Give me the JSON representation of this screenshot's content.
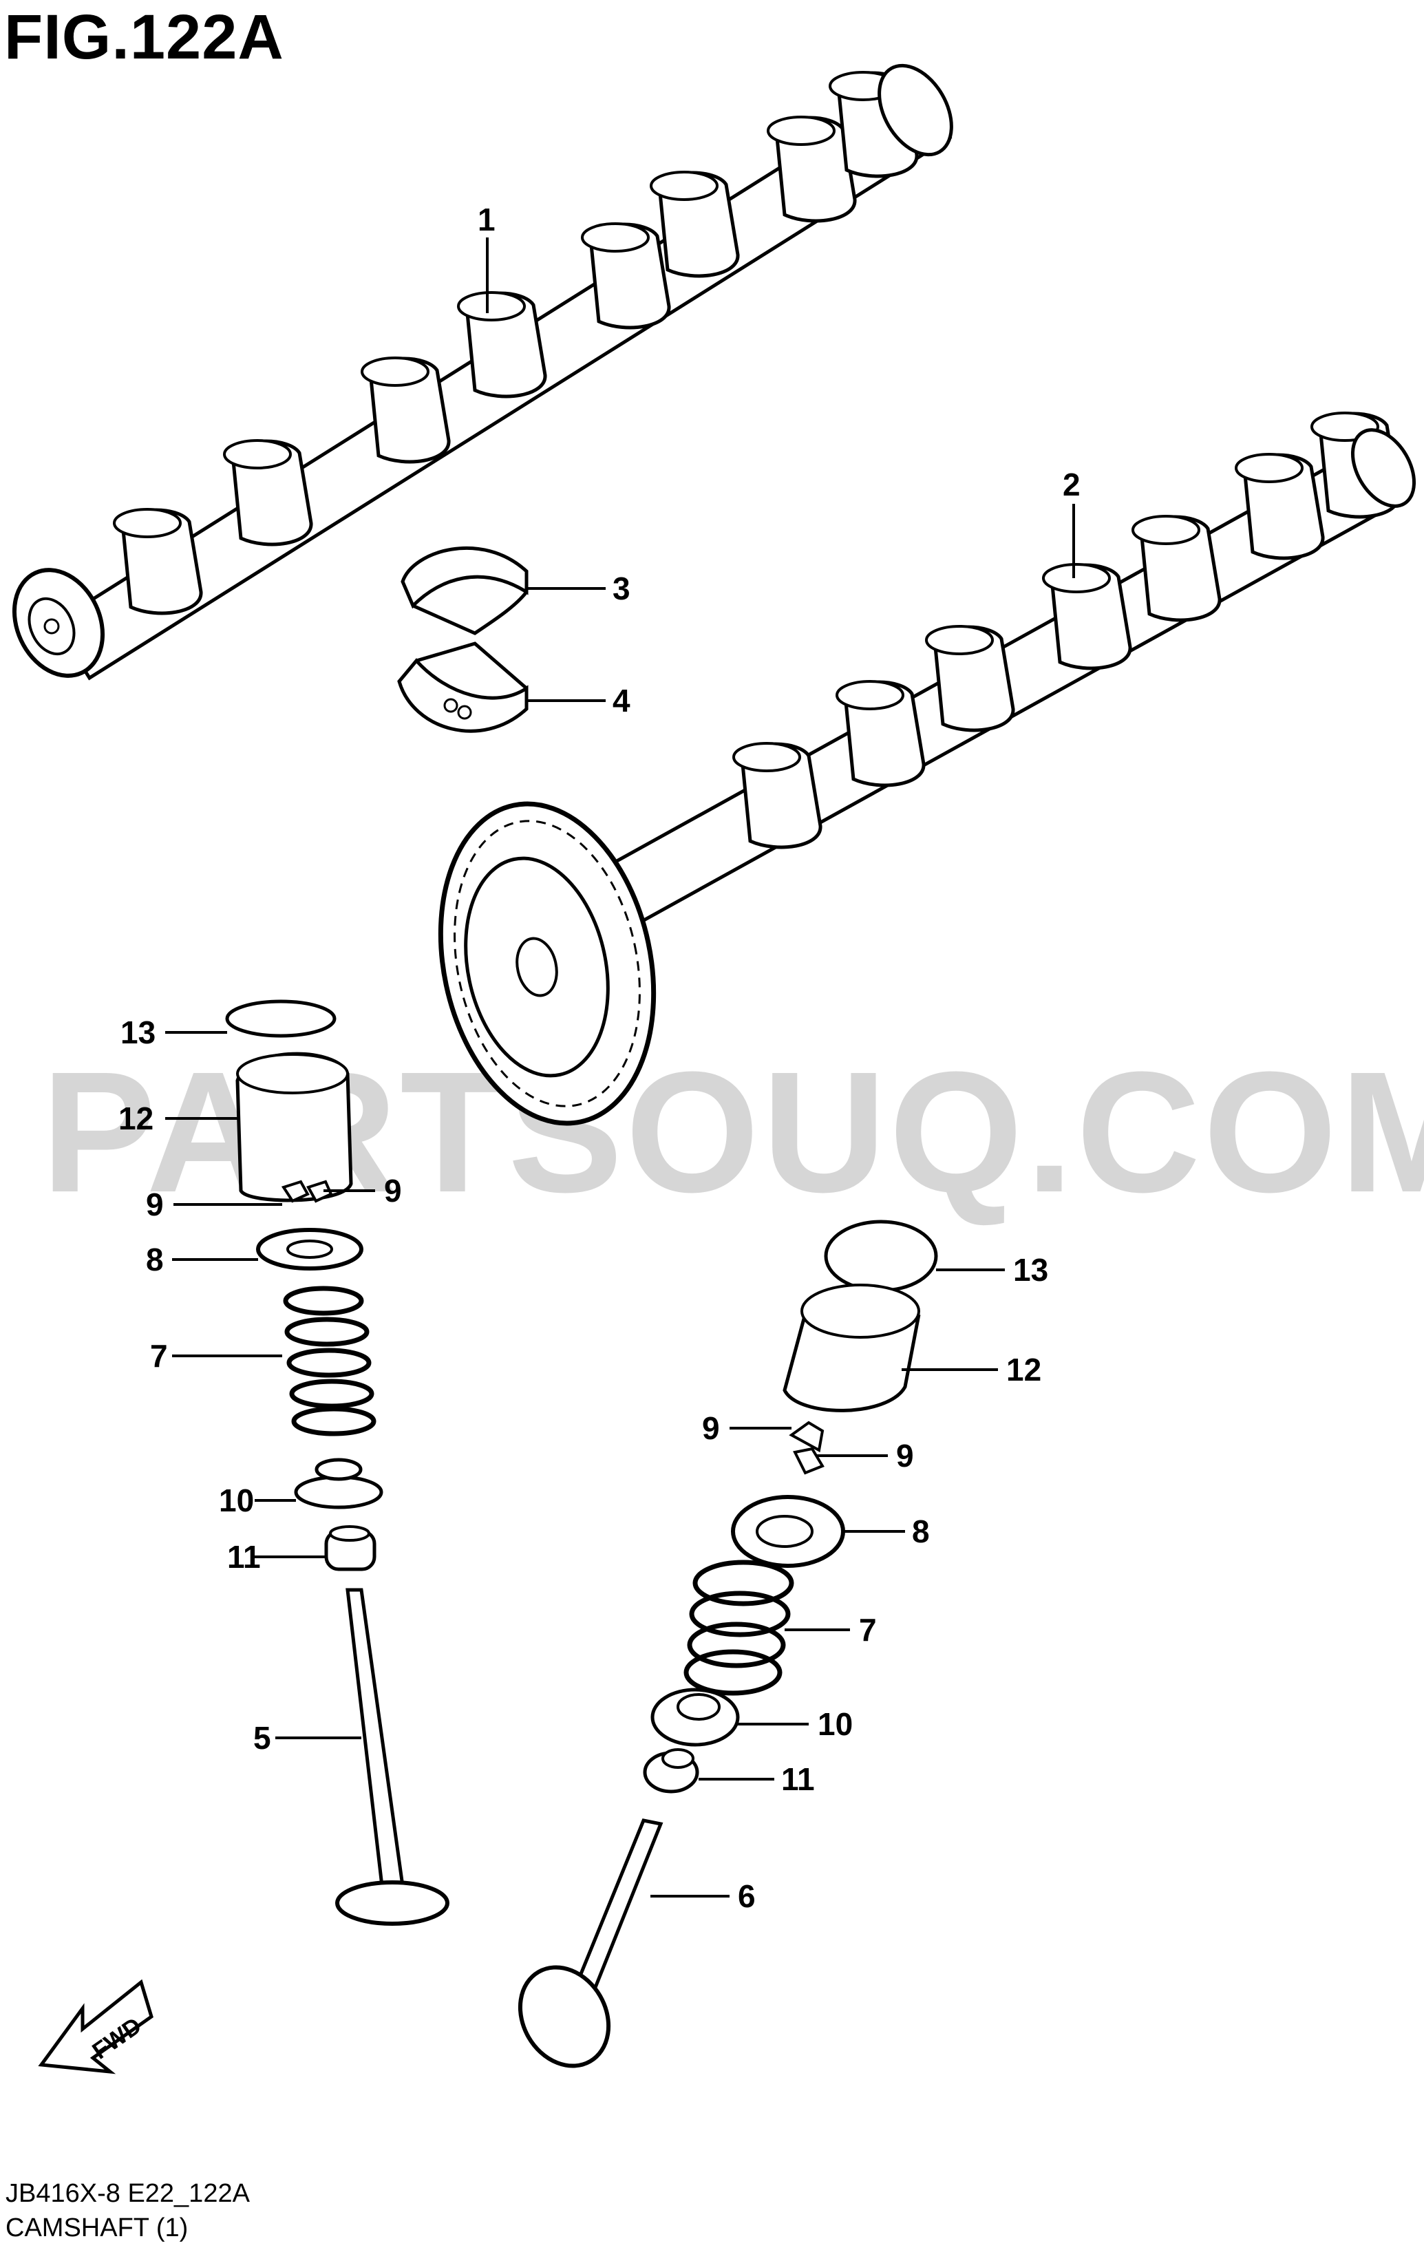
{
  "figure": {
    "title": "FIG.122A",
    "watermark": "PARTSOUQ.COM",
    "code": "JB416X-8 E22_122A",
    "name": "CAMSHAFT (1)",
    "direction_marker": "FWD"
  },
  "callouts": {
    "c1": "1",
    "c2": "2",
    "c3": "3",
    "c4": "4",
    "c5": "5",
    "c6": "6",
    "c7a": "7",
    "c7b": "7",
    "c8a": "8",
    "c8b": "8",
    "c9a": "9",
    "c9b": "9",
    "c9c": "9",
    "c9d": "9",
    "c10a": "10",
    "c10b": "10",
    "c11a": "11",
    "c11b": "11",
    "c12a": "12",
    "c12b": "12",
    "c13a": "13",
    "c13b": "13"
  }
}
